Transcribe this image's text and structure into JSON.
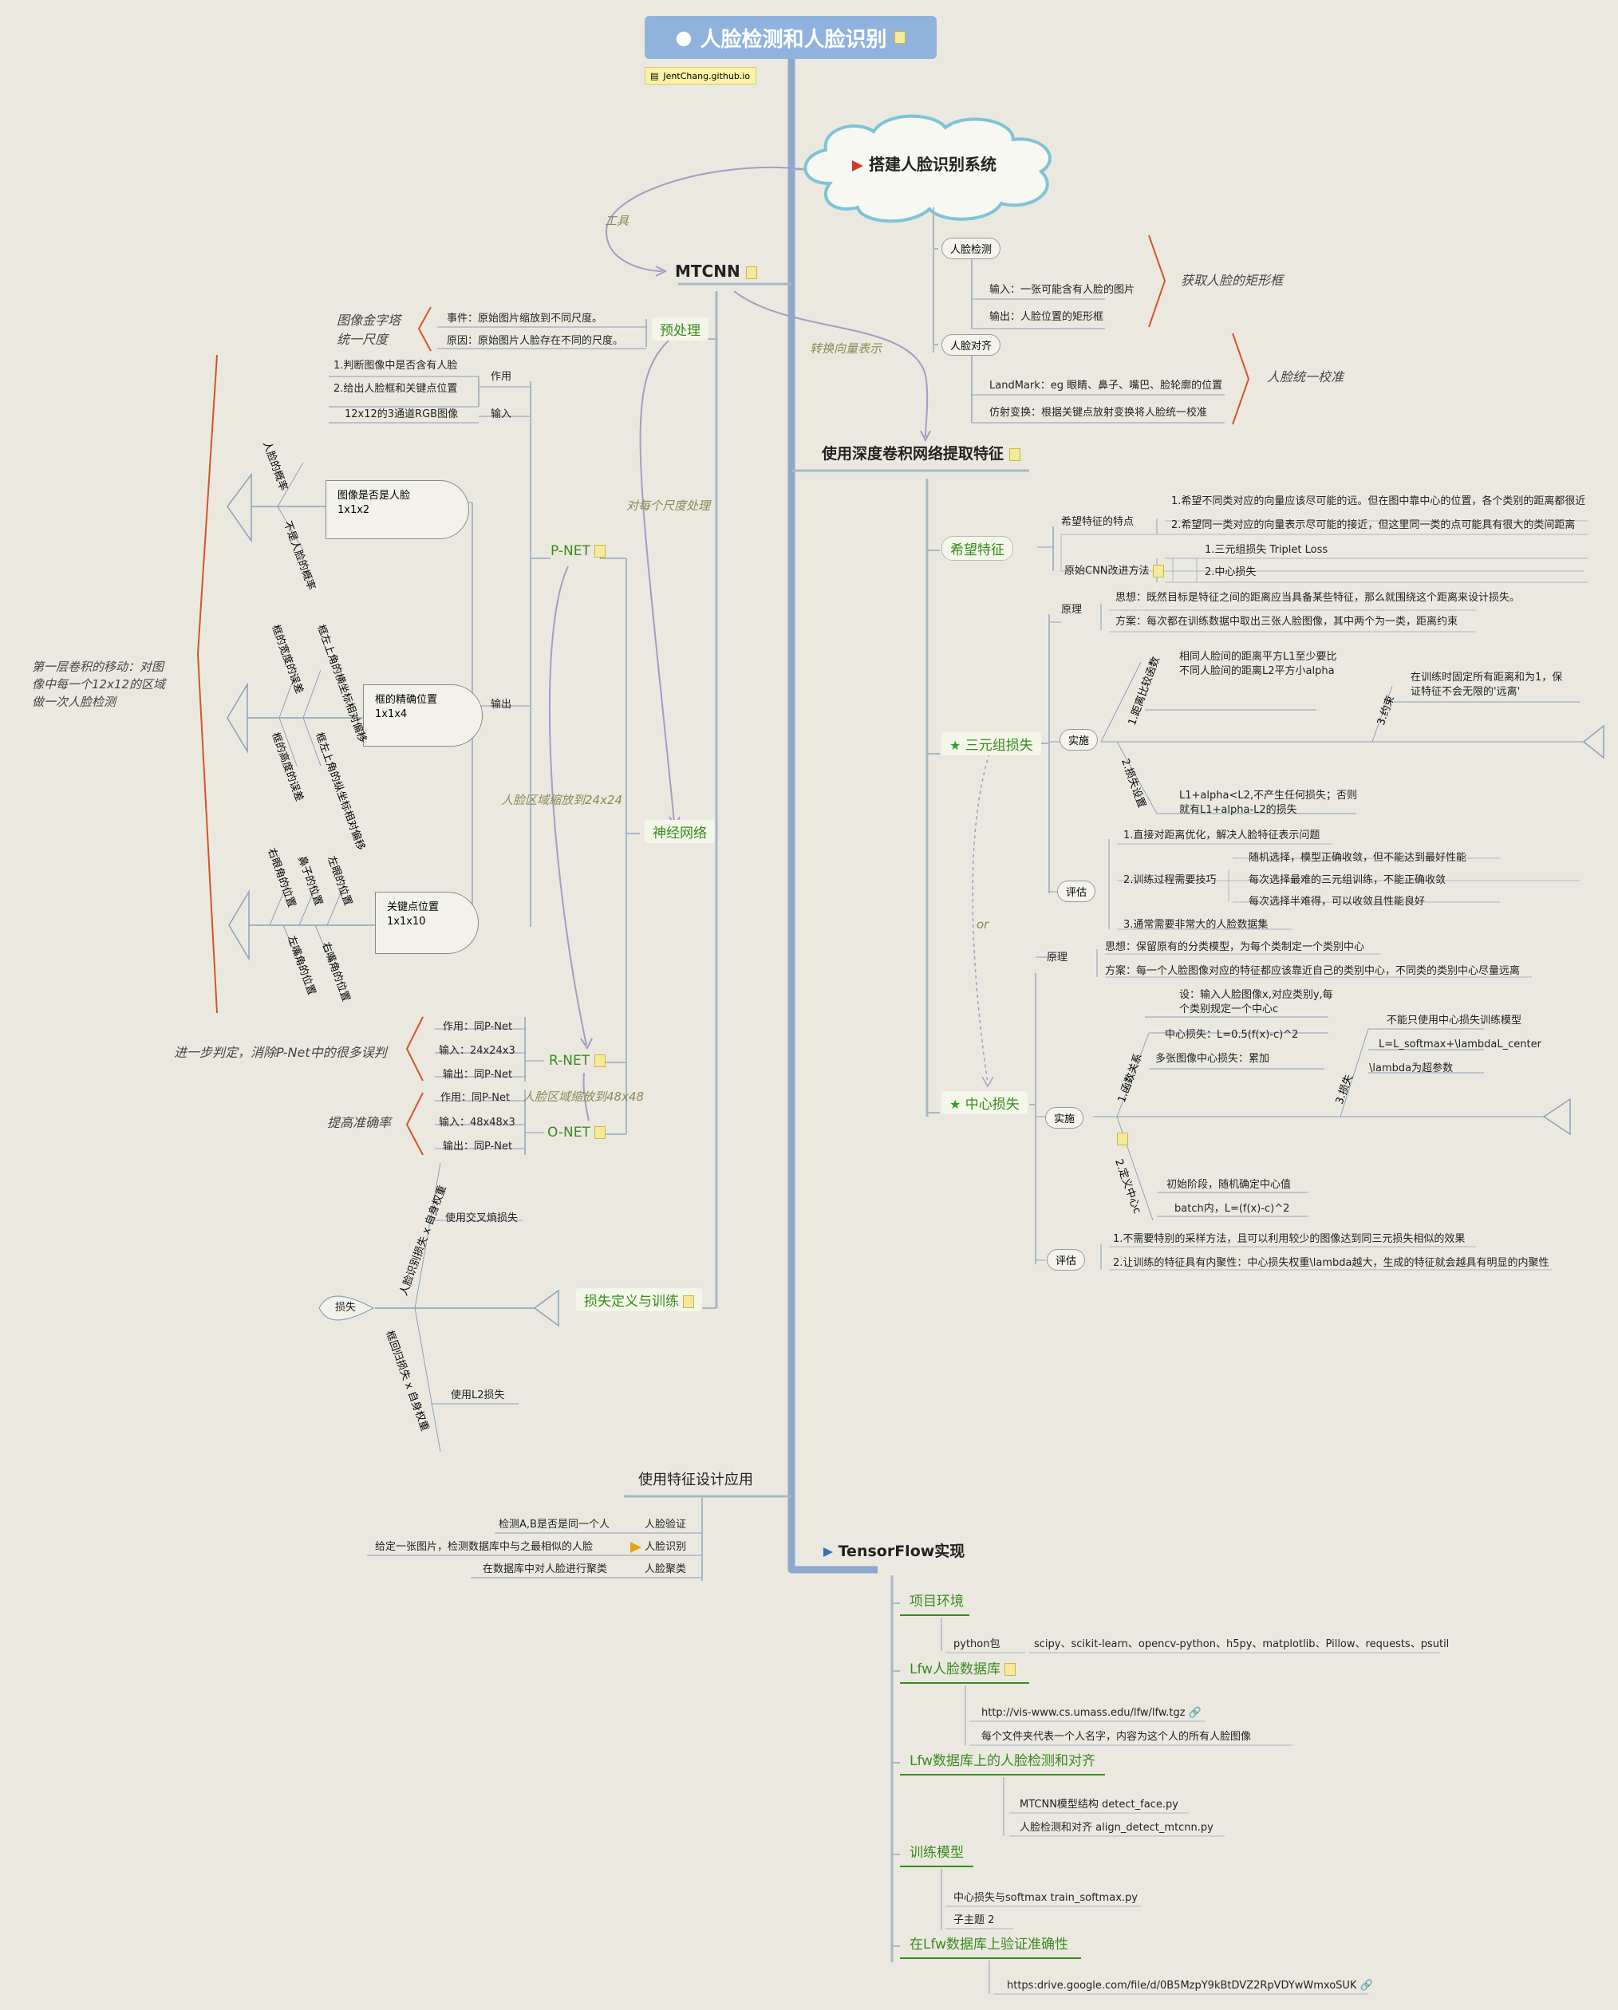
{
  "title": "人脸检测和人脸识别",
  "author": "JentChang.github.io",
  "cloud": "搭建人脸识别系统",
  "connectors": {
    "tool": "工具",
    "to_vector": "转换向量表示",
    "per_scale": "对每个尺度处理",
    "resize24": "人脸区域缩放到24x24",
    "resize48": "人脸区域缩放到48x48",
    "or": "or"
  },
  "system": {
    "detect": "人脸检测",
    "detect_in": "输入：一张可能含有人脸的图片",
    "detect_out": "输出：人脸位置的矩形框",
    "detect_note": "获取人脸的矩形框",
    "align": "人脸对齐",
    "align_landmark": "LandMark：eg 眼睛、鼻子、嘴巴、脸轮廓的位置",
    "align_affine": "仿射变换：根据关键点放射变换将人脸统一校准",
    "align_note": "人脸统一校准"
  },
  "mtcnn": {
    "title": "MTCNN",
    "preprocess": "预处理",
    "pre_event": "事件：原始图片缩放到不同尺度。",
    "pre_reason": "原因：原始图片人脸存在不同的尺度。",
    "pre_note1": "图像金字塔",
    "pre_note2": "统一尺度",
    "pnet": "P-NET",
    "pnet_use": "作用",
    "pnet_use1": "1.判断图像中是否含有人脸",
    "pnet_use2": "2.给出人脸框和关键点位置",
    "pnet_input": "输入",
    "pnet_input1": "12x12的3通道RGB图像",
    "pnet_output": "输出",
    "out1_title": "图像是否是人脸",
    "out1_dim": "1x1x2",
    "out1_a": "人脸的概率",
    "out1_b": "不是人脸的概率",
    "out2_title": "框的精确位置",
    "out2_dim": "1x1x4",
    "out2_a": "框左上角的横坐标相对偏移",
    "out2_b": "框的宽度的误差",
    "out2_c": "框左上角的纵坐标相对偏移",
    "out2_d": "框的高度的误差",
    "out3_title": "关键点位置",
    "out3_dim": "1x1x10",
    "out3_a": "右眼角的位置",
    "out3_b": "鼻子的位置",
    "out3_c": "左眼的位置",
    "out3_d": "左嘴角的位置",
    "out3_e": "右嘴角的位置",
    "pnet_note": "第一层卷积的移动：对图像中每一个12x12的区域做一次人脸检测",
    "pnet_note_l1": "第一层卷积的移动：对图",
    "pnet_note_l2": "像中每一个12x12的区域",
    "pnet_note_l3": "做一次人脸检测",
    "nn": "神经网络",
    "rnet": "R-NET",
    "rnet_use": "作用：同P-Net",
    "rnet_in": "输入：24x24x3",
    "rnet_out": "输出：同P-Net",
    "rnet_note": "进一步判定，消除P-Net中的很多误判",
    "onet": "O-NET",
    "onet_use": "作用：同P-Net",
    "onet_in": "输入：48x48x3",
    "onet_out": "输出：同P-Net",
    "onet_note": "提高准确率",
    "loss_train": "损失定义与训练",
    "loss": "损失",
    "loss_a": "人脸识别损失 x 自身权重",
    "loss_a1": "使用交叉熵损失",
    "loss_b": "框回归损失 x 自身权重",
    "loss_b1": "使用L2损失"
  },
  "deep": {
    "title": "使用深度卷积网络提取特征",
    "hope": "希望特征",
    "hope_goal": "希望特征的特点",
    "hope_goal1": "1.希望不同类对应的向量应该尽可能的远。但在图中靠中心的位置，各个类别的距离都很近",
    "hope_goal2": "2.希望同一类对应的向量表示尽可能的接近，但这里同一类的点可能具有很大的类间距离",
    "hope_cnn": "原始CNN改进方法",
    "hope_cnn1": "1.三元组损失 Triplet Loss",
    "hope_cnn2": "2.中心损失",
    "triplet": "三元组损失",
    "tri_principle": "原理",
    "tri_p1": "思想：既然目标是特征之间的距离应当具备某些特征，那么就围绕这个距离来设计损失。",
    "tri_p2": "方案：每次都在训练数据中取出三张人脸图像，其中两个为一类，距离约束",
    "tri_impl": "实施",
    "tri_dist": "1.距离比较函数",
    "tri_dist1a": "相同人脸间的距离平方L1至少要比",
    "tri_dist1b": "不同人脸间的距离L2平方小alpha",
    "tri_constraint": "3.约束",
    "tri_constraint1a": "在训练时固定所有距离和为1，保",
    "tri_constraint1b": "证特征不会无限的'远离'",
    "tri_loss": "2.损失设置",
    "tri_loss1a": "L1+alpha<L2,不产生任何损失；否则",
    "tri_loss1b": "就有L1+alpha-L2的损失",
    "tri_eval": "评估",
    "tri_e1": "1.直接对距离优化，解决人脸特征表示问题",
    "tri_e2": "2.训练过程需要技巧",
    "tri_e2a": "随机选择，模型正确收敛，但不能达到最好性能",
    "tri_e2b": "每次选择最难的三元组训练，不能正确收敛",
    "tri_e2c": "每次选择半难得，可以收敛且性能良好",
    "tri_e3": "3.通常需要非常大的人脸数据集",
    "center": "中心损失",
    "cen_principle": "原理",
    "cen_p1": "思想：保留原有的分类模型，为每个类制定一个类别中心",
    "cen_p2": "方案：每一个人脸图像对应的特征都应该靠近自己的类别中心，不同类的类别中心尽量远离",
    "cen_impl": "实施",
    "cen_func": "1.函数关系",
    "cen_f1a": "设：输入人脸图像x,对应类别y,每",
    "cen_f1b": "个类别规定一个中心c",
    "cen_f2": "中心损失：L=0.5(f(x)-c)^2",
    "cen_f3": "多张图像中心损失：累加",
    "cen_loss": "3.损失",
    "cen_l1": "不能只使用中心损失训练模型",
    "cen_l2": "L=L_softmax+\\lambdaL_center",
    "cen_l3": "\\lambda为超参数",
    "cen_def": "2.定义中心c",
    "cen_d1": "初始阶段，随机确定中心值",
    "cen_d2": "batch内，L=(f(x)-c)^2",
    "cen_eval": "评估",
    "cen_e1": "1.不需要特别的采样方法，且可以利用较少的图像达到同三元损失相似的效果",
    "cen_e2": "2.让训练的特征具有内聚性：中心损失权重\\lambda越大，生成的特征就会越具有明显的内聚性"
  },
  "app": {
    "title": "使用特征设计应用",
    "verify": "人脸验证",
    "verify_desc": "检测A,B是否是同一个人",
    "identify": "人脸识别",
    "identify_desc": "给定一张图片，检测数据库中与之最相似的人脸",
    "cluster": "人脸聚类",
    "cluster_desc": "在数据库中对人脸进行聚类"
  },
  "tf": {
    "title": "TensorFlow实现",
    "env": "项目环境",
    "env_pkg": "python包",
    "env_pkgs": "scipy、scikit-learn、opencv-python、h5py、matplotlib、Pillow、requests、psutil",
    "lfw": "Lfw人脸数据库",
    "lfw_url": "http://vis-www.cs.umass.edu/lfw/lfw.tgz",
    "lfw_desc": "每个文件夹代表一个人名字，内容为这个人的所有人脸图像",
    "lfw_detect": "Lfw数据库上的人脸检测和对齐",
    "lfw_d1": "MTCNN模型结构 detect_face.py",
    "lfw_d2": "人脸检测和对齐 align_detect_mtcnn.py",
    "train": "训练模型",
    "train1": "中心损失与softmax  train_softmax.py",
    "train2": "子主题 2",
    "verify": "在Lfw数据库上验证准确性",
    "verify_url": "https:drive.google.com/file/d/0B5MzpY9kBtDVZ2RpVDYwWmxoSUK"
  },
  "colors": {
    "spine": "#8da8cc",
    "title_bg": "#8fb3dc",
    "green": "#3b8a1f",
    "bracket": "#d2552b",
    "branch": "#a9b6c8"
  }
}
